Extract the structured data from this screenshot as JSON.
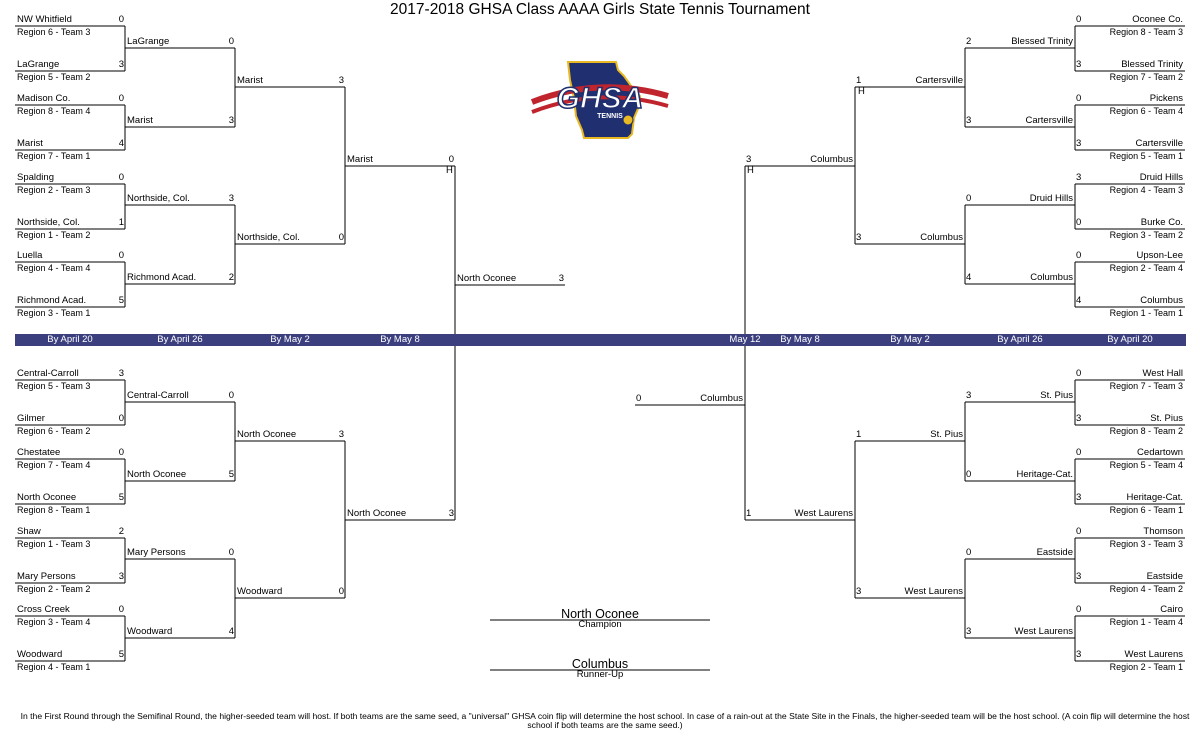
{
  "title": "2017-2018 GHSA Class AAAA Girls State Tennis Tournament",
  "logo_text": "GHSA",
  "logo_subtext": "TENNIS",
  "colors": {
    "band": "#3b3f7e",
    "logo_navy": "#1f2f6f",
    "logo_red": "#c0252d",
    "logo_gold": "#e8b923"
  },
  "dates": [
    "By April 20",
    "By April 26",
    "By May 2",
    "By May 8",
    "May 12",
    "By May 8",
    "By May 2",
    "By April 26",
    "By April 20"
  ],
  "host_marker": "H",
  "left_top": {
    "r1": [
      {
        "name": "NW Whitfield",
        "sub": "Region 6 - Team 3",
        "score": "0"
      },
      {
        "name": "LaGrange",
        "sub": "Region 5 - Team 2",
        "score": "3"
      },
      {
        "name": "Madison Co.",
        "sub": "Region 8 - Team 4",
        "score": "0"
      },
      {
        "name": "Marist",
        "sub": "Region 7 - Team 1",
        "score": "4"
      },
      {
        "name": "Spalding",
        "sub": "Region 2 - Team 3",
        "score": "0"
      },
      {
        "name": "Northside, Col.",
        "sub": "Region 1 - Team 2",
        "score": "1"
      },
      {
        "name": "Luella",
        "sub": "Region 4 - Team 4",
        "score": "0"
      },
      {
        "name": "Richmond Acad.",
        "sub": "Region 3 - Team 1",
        "score": "5"
      }
    ],
    "r2": [
      {
        "name": "LaGrange",
        "score": "0"
      },
      {
        "name": "Marist",
        "score": "3"
      },
      {
        "name": "Northside, Col.",
        "score": "3"
      },
      {
        "name": "Richmond Acad.",
        "score": "2"
      }
    ],
    "r3": [
      {
        "name": "Marist",
        "score": "3"
      },
      {
        "name": "Northside, Col.",
        "score": "0"
      }
    ],
    "r4": [
      {
        "name": "Marist",
        "score": "0"
      }
    ]
  },
  "left_bottom": {
    "r1": [
      {
        "name": "Central-Carroll",
        "sub": "Region 5 - Team 3",
        "score": "3"
      },
      {
        "name": "Gilmer",
        "sub": "Region 6 - Team 2",
        "score": "0"
      },
      {
        "name": "Chestatee",
        "sub": "Region 7 - Team 4",
        "score": "0"
      },
      {
        "name": "North Oconee",
        "sub": "Region 8 - Team 1",
        "score": "5"
      },
      {
        "name": "Shaw",
        "sub": "Region 1 - Team 3",
        "score": "2"
      },
      {
        "name": "Mary Persons",
        "sub": "Region 2 - Team 2",
        "score": "3"
      },
      {
        "name": "Cross Creek",
        "sub": "Region 3 - Team 4",
        "score": "0"
      },
      {
        "name": "Woodward",
        "sub": "Region 4 - Team 1",
        "score": "5"
      }
    ],
    "r2": [
      {
        "name": "Central-Carroll",
        "score": "0"
      },
      {
        "name": "North Oconee",
        "score": "5"
      },
      {
        "name": "Mary Persons",
        "score": "0"
      },
      {
        "name": "Woodward",
        "score": "4"
      }
    ],
    "r3": [
      {
        "name": "North Oconee",
        "score": "3"
      },
      {
        "name": "Woodward",
        "score": "0"
      }
    ],
    "r4": [
      {
        "name": "North Oconee",
        "score": "3"
      }
    ]
  },
  "right_top": {
    "r1": [
      {
        "name": "Oconee Co.",
        "sub": "Region 8 - Team 3",
        "score": "0"
      },
      {
        "name": "Blessed Trinity",
        "sub": "Region 7 - Team 2",
        "score": "3"
      },
      {
        "name": "Pickens",
        "sub": "Region 6 - Team 4",
        "score": "0"
      },
      {
        "name": "Cartersville",
        "sub": "Region 5 - Team 1",
        "score": "3"
      },
      {
        "name": "Druid Hills",
        "sub": "Region 4 - Team 3",
        "score": "3"
      },
      {
        "name": "Burke Co.",
        "sub": "Region 3 - Team 2",
        "score": "0"
      },
      {
        "name": "Upson-Lee",
        "sub": "Region 2 - Team 4",
        "score": "0"
      },
      {
        "name": "Columbus",
        "sub": "Region 1 - Team 1",
        "score": "4"
      }
    ],
    "r2": [
      {
        "name": "Blessed Trinity",
        "score": "2"
      },
      {
        "name": "Cartersville",
        "score": "3"
      },
      {
        "name": "Druid Hills",
        "score": "0"
      },
      {
        "name": "Columbus",
        "score": "4"
      }
    ],
    "r3": [
      {
        "name": "Cartersville",
        "score": "1"
      },
      {
        "name": "Columbus",
        "score": "3"
      }
    ],
    "r4": [
      {
        "name": "Columbus",
        "score": "3"
      }
    ]
  },
  "right_bottom": {
    "r1": [
      {
        "name": "West Hall",
        "sub": "Region 7 - Team 3",
        "score": "0"
      },
      {
        "name": "St. Pius",
        "sub": "Region 8 - Team 2",
        "score": "3"
      },
      {
        "name": "Cedartown",
        "sub": "Region 5 - Team 4",
        "score": "0"
      },
      {
        "name": "Heritage-Cat.",
        "sub": "Region 6 - Team 1",
        "score": "3"
      },
      {
        "name": "Thomson",
        "sub": "Region 3 - Team 3",
        "score": "0"
      },
      {
        "name": "Eastside",
        "sub": "Region 4 - Team 2",
        "score": "3"
      },
      {
        "name": "Cairo",
        "sub": "Region 1 - Team 4",
        "score": "0"
      },
      {
        "name": "West Laurens",
        "sub": "Region 2 - Team 1",
        "score": "3"
      }
    ],
    "r2": [
      {
        "name": "St. Pius",
        "score": "3"
      },
      {
        "name": "Heritage-Cat.",
        "score": "0"
      },
      {
        "name": "Eastside",
        "score": "0"
      },
      {
        "name": "West Laurens",
        "score": "3"
      }
    ],
    "r3": [
      {
        "name": "St. Pius",
        "score": "1"
      },
      {
        "name": "West Laurens",
        "score": "3"
      }
    ],
    "r4": [
      {
        "name": "West Laurens",
        "score": "1"
      }
    ]
  },
  "final_left": {
    "name": "North Oconee",
    "score": "3"
  },
  "final_right": {
    "name": "Columbus",
    "score": "0"
  },
  "champion": {
    "name": "North Oconee",
    "label": "Champion"
  },
  "runner_up": {
    "name": "Columbus",
    "label": "Runner-Up"
  },
  "footer": "In the First Round through the Semifinal Round, the higher-seeded team will host.  If both teams are the same seed, a \"universal\" GHSA coin flip will determine the host school. In case of a rain-out at the State Site in the Finals, the higher-seeded team will be the host school. (A coin flip will determine the host school if both teams are the same seed.)"
}
